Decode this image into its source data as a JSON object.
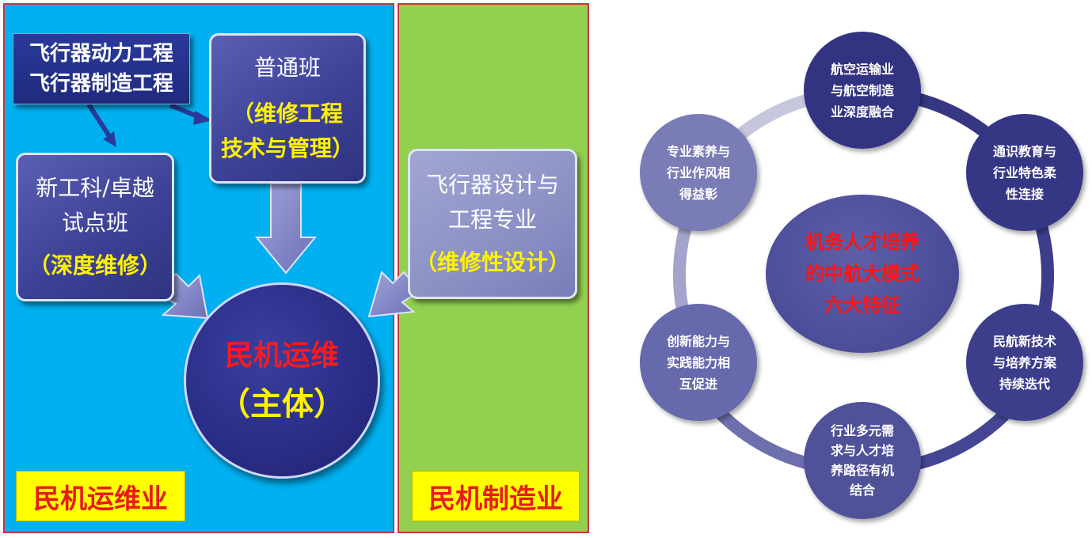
{
  "left_diagram": {
    "program_box": {
      "line1": "飞行器动力工程",
      "line2": "飞行器制造工程"
    },
    "regular_box": {
      "line1": "普通班",
      "line2": "（维修工程",
      "line3": "技术与管理）"
    },
    "pilot_box": {
      "line1": "新工科/卓越",
      "line2": "试点班",
      "line3": "（深度维修）"
    },
    "design_box": {
      "line1": "飞行器设计与",
      "line2": "工程专业",
      "line3": "（维修性设计）"
    },
    "main_circle": {
      "title": "民机运维",
      "subtitle": "（主体）"
    },
    "label_ops": "民机运维业",
    "label_mfg": "民机制造业"
  },
  "right_diagram": {
    "center": "机务人才培养\n的中航大模式\n六大特征",
    "nodes": [
      {
        "text": "航空运输业\n与航空制造\n业深度融合"
      },
      {
        "text": "通识教育与\n行业特色柔\n性连接"
      },
      {
        "text": "民航新技术\n与培养方案\n持续迭代"
      },
      {
        "text": "行业多元需\n求与人才培\n养路径有机\n结合"
      },
      {
        "text": "创新能力与\n实践能力相\n互促进"
      },
      {
        "text": "专业素养与\n行业作风相\n得益彰"
      }
    ]
  },
  "colors": {
    "ops_panel": "#00b0f0",
    "mfg_panel": "#92d050",
    "box_blue": "#3e4297",
    "highlight_yellow": "#fff200",
    "highlight_red": "#ff1a1a",
    "ring_dark": "#3a3c8c",
    "ring_light": "#c6c7dd"
  }
}
